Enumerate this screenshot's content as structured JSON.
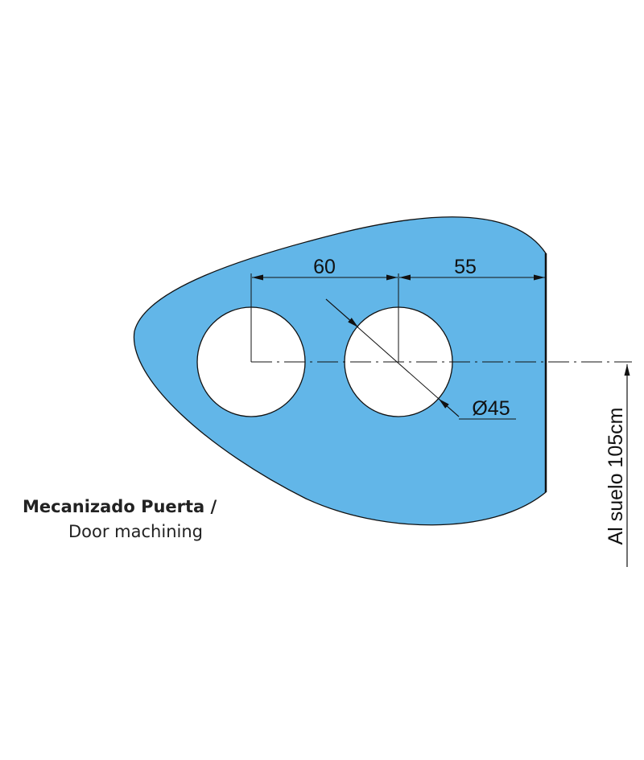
{
  "colors": {
    "plate": "#62b6e8",
    "line": "#111111",
    "background": "#ffffff"
  },
  "dimensions": {
    "spacing_between_holes": "60",
    "spacing_to_edge": "55",
    "hole_diameter": "Ø45",
    "height_from_floor": "Al suelo 105cm"
  },
  "caption": {
    "line1": "Mecanizado Puerta /",
    "line2": "Door machining"
  }
}
